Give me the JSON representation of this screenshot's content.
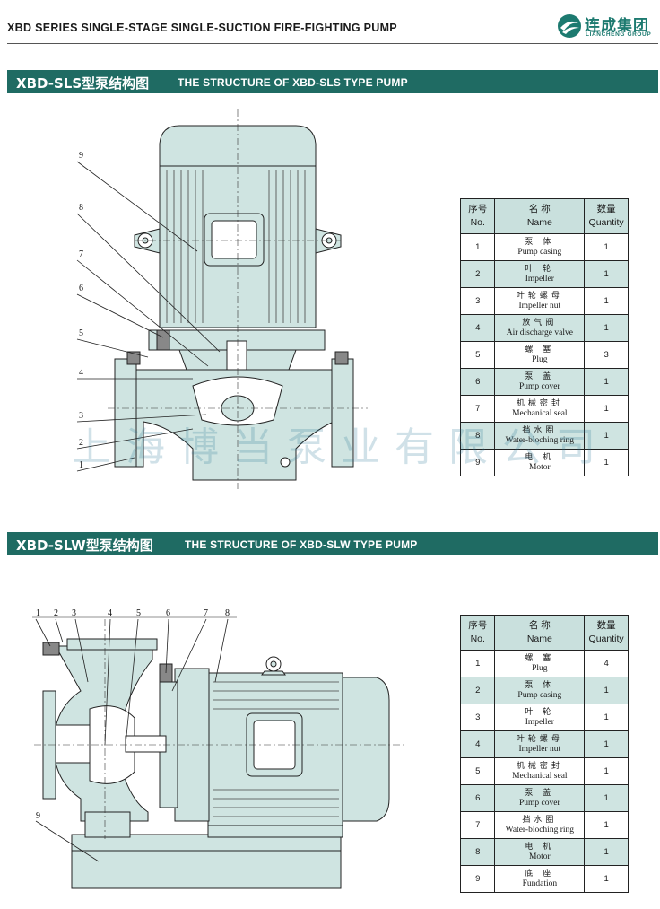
{
  "header": {
    "doc_title": "XBD SERIES SINGLE-STAGE SINGLE-SUCTION FIRE-FIGHTING PUMP",
    "logo_name": "连成集团",
    "logo_sub": "LIANCHENG GROUP"
  },
  "section1": {
    "title_cn": "XBD-SLS型泵结构图",
    "title_en": "THE STRUCTURE OF XBD-SLS TYPE PUMP",
    "callouts": [
      "9",
      "8",
      "7",
      "6",
      "5",
      "4",
      "3",
      "2",
      "1"
    ],
    "table": {
      "headers": {
        "no_cn": "序号",
        "no_en": "No.",
        "name_cn": "名  称",
        "name_en": "Name",
        "qty_cn": "数量",
        "qty_en": "Quantity"
      },
      "rows": [
        {
          "no": "1",
          "cn": "泵  体",
          "en": "Pump casing",
          "qty": "1"
        },
        {
          "no": "2",
          "cn": "叶  轮",
          "en": "Impeller",
          "qty": "1"
        },
        {
          "no": "3",
          "cn": "叶轮螺母",
          "en": "Impeller nut",
          "qty": "1"
        },
        {
          "no": "4",
          "cn": "放气阀",
          "en": "Air discharge valve",
          "qty": "1"
        },
        {
          "no": "5",
          "cn": "螺  塞",
          "en": "Plug",
          "qty": "3"
        },
        {
          "no": "6",
          "cn": "泵  盖",
          "en": "Pump cover",
          "qty": "1"
        },
        {
          "no": "7",
          "cn": "机械密封",
          "en": "Mechanical seal",
          "qty": "1"
        },
        {
          "no": "8",
          "cn": "挡水圈",
          "en": "Water-bloching ring",
          "qty": "1"
        },
        {
          "no": "9",
          "cn": "电  机",
          "en": "Motor",
          "qty": "1"
        }
      ]
    }
  },
  "section2": {
    "title_cn": "XBD-SLW型泵结构图",
    "title_en": "THE STRUCTURE OF XBD-SLW TYPE PUMP",
    "callouts_top": [
      "1",
      "2",
      "3",
      "4",
      "5",
      "6",
      "7",
      "8"
    ],
    "callout_bottom": "9",
    "table": {
      "headers": {
        "no_cn": "序号",
        "no_en": "No.",
        "name_cn": "名  称",
        "name_en": "Name",
        "qty_cn": "数量",
        "qty_en": "Quantity"
      },
      "rows": [
        {
          "no": "1",
          "cn": "螺  塞",
          "en": "Plug",
          "qty": "4"
        },
        {
          "no": "2",
          "cn": "泵  体",
          "en": "Pump casing",
          "qty": "1"
        },
        {
          "no": "3",
          "cn": "叶  轮",
          "en": "Impeller",
          "qty": "1"
        },
        {
          "no": "4",
          "cn": "叶轮螺母",
          "en": "Impeller nut",
          "qty": "1"
        },
        {
          "no": "5",
          "cn": "机械密封",
          "en": "Mechanical seal",
          "qty": "1"
        },
        {
          "no": "6",
          "cn": "泵  盖",
          "en": "Pump cover",
          "qty": "1"
        },
        {
          "no": "7",
          "cn": "挡水圈",
          "en": "Water-bloching ring",
          "qty": "1"
        },
        {
          "no": "8",
          "cn": "电  机",
          "en": "Motor",
          "qty": "1"
        },
        {
          "no": "9",
          "cn": "底  座",
          "en": "Fundation",
          "qty": "1"
        }
      ]
    }
  },
  "watermark": "上海博当泵业有限公司",
  "colors": {
    "band": "#1f6b63",
    "table_stripe": "#cfe4e1",
    "drawing_fill": "#cfe4e1",
    "logo": "#1d7a70"
  }
}
